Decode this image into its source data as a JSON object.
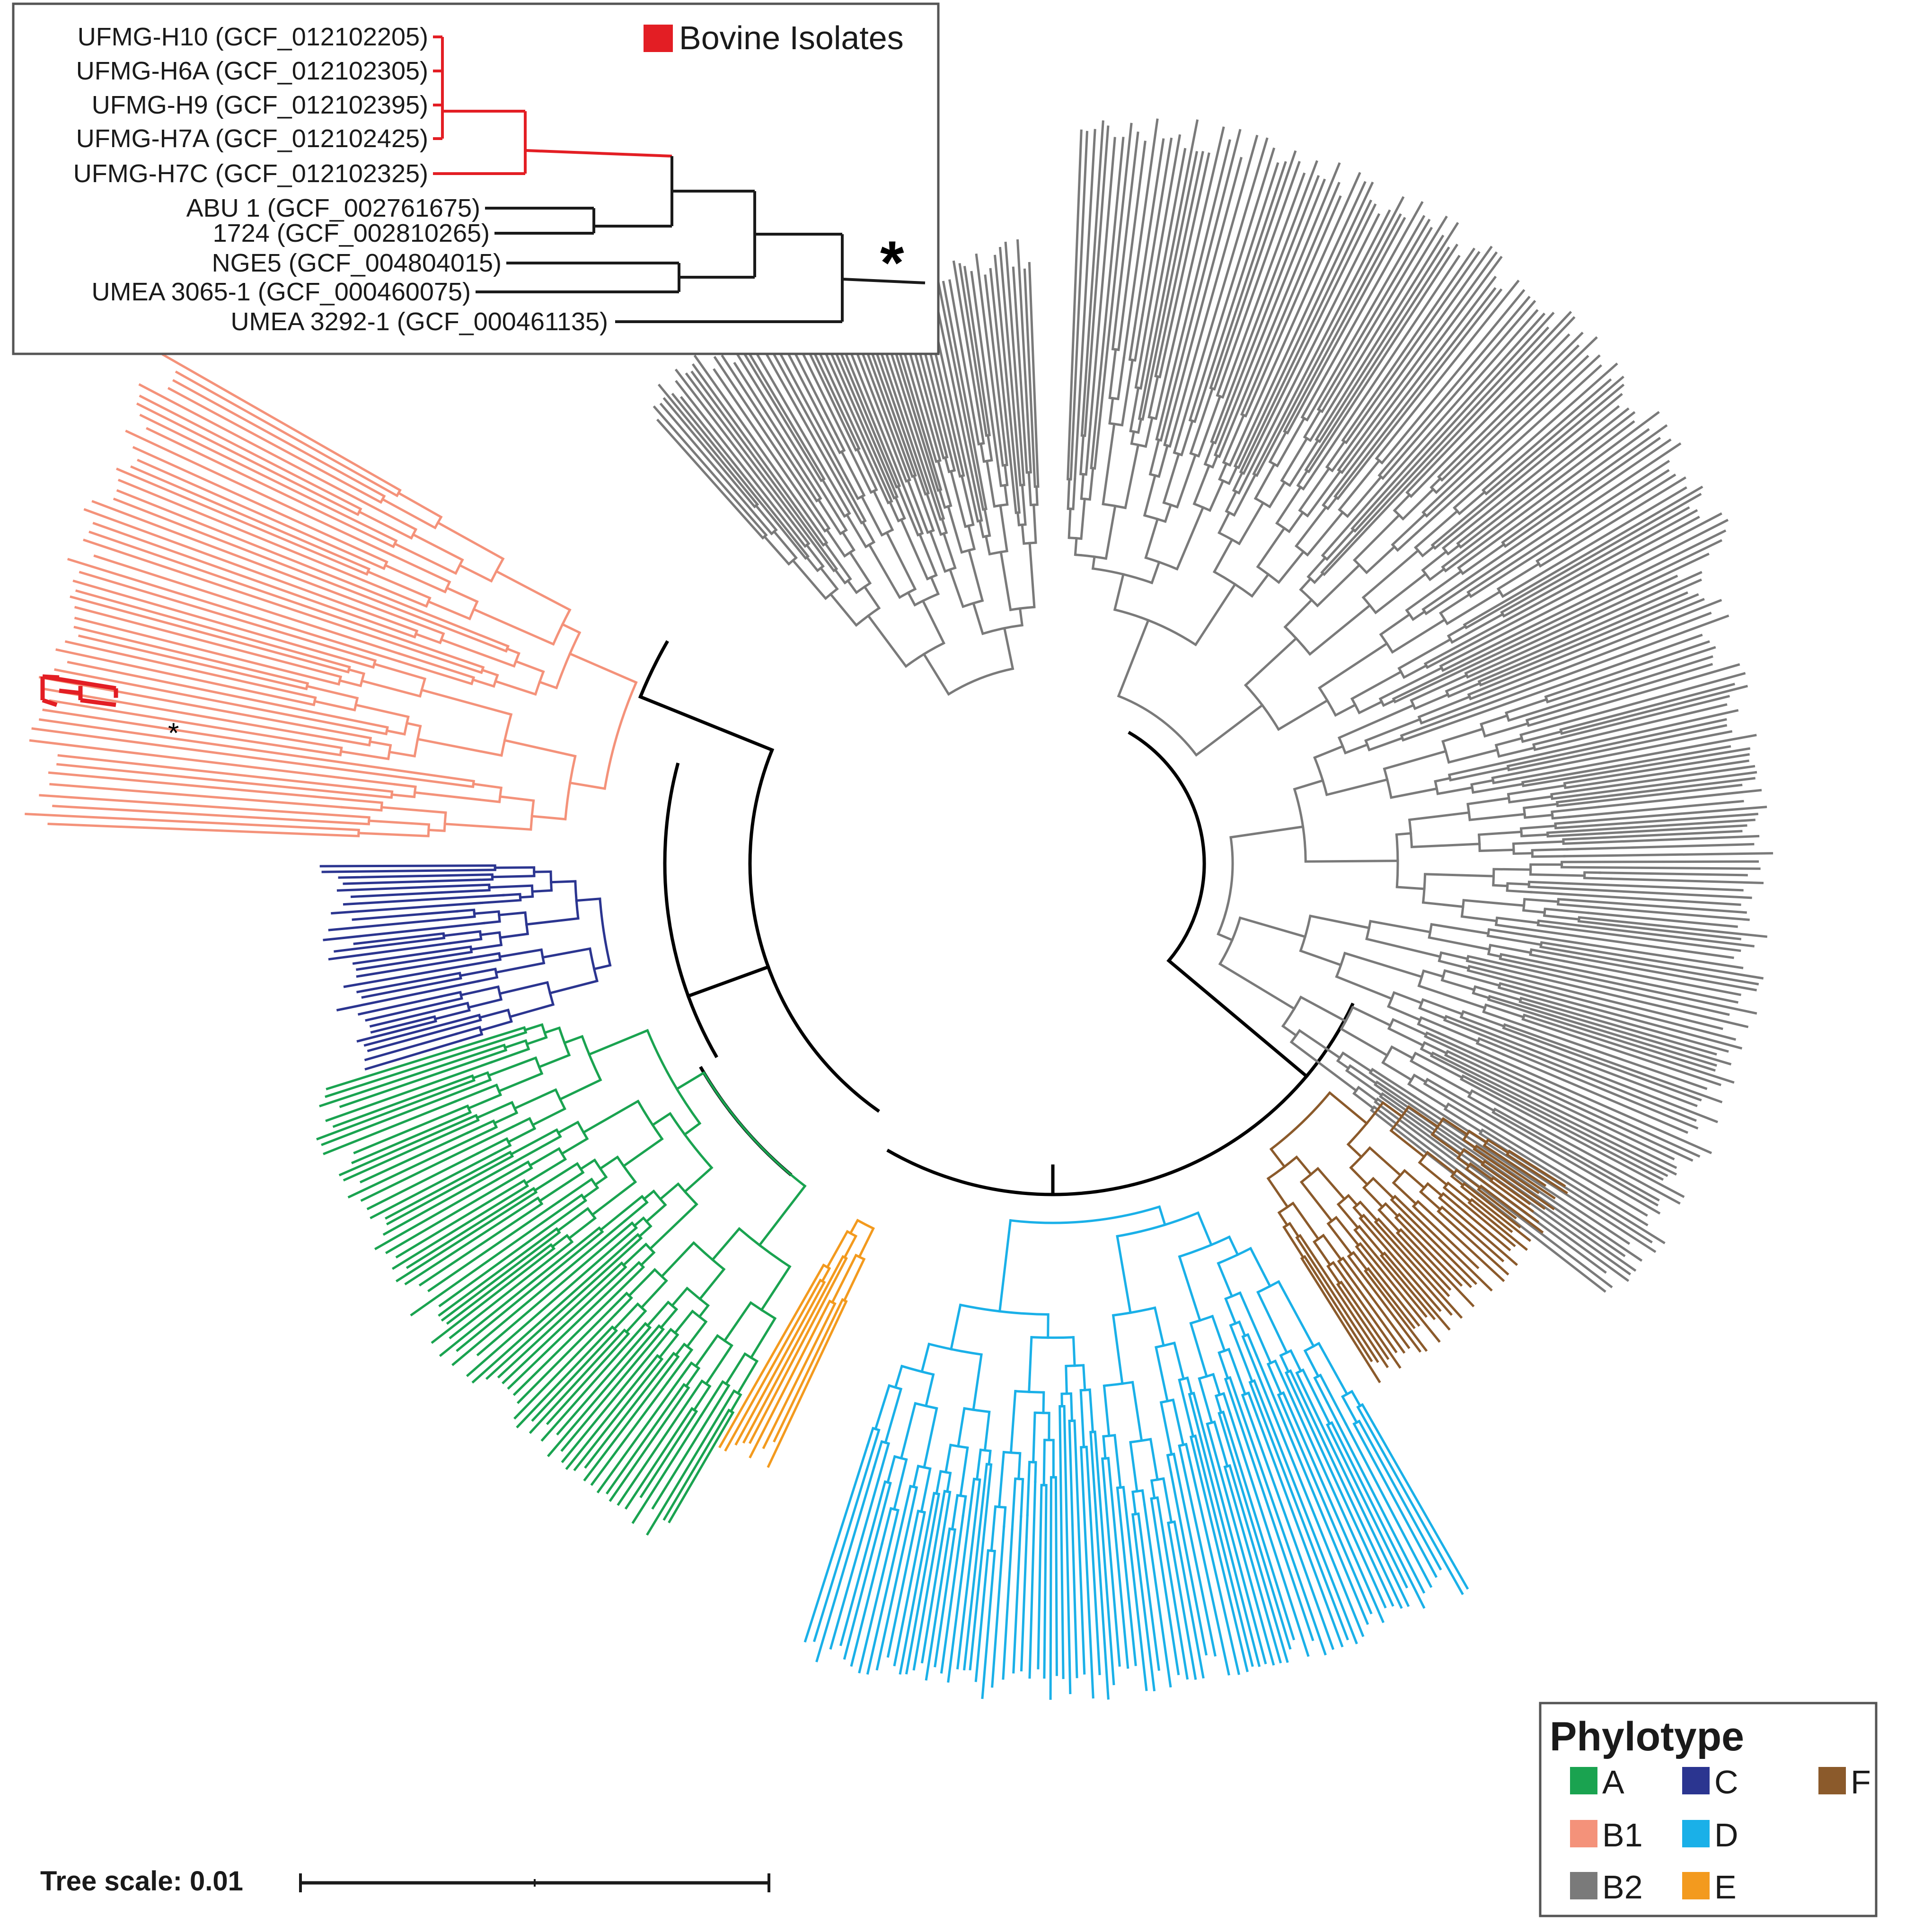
{
  "inset": {
    "legend_label": "Bovine Isolates",
    "legend_color": "#e31e24",
    "star": "*",
    "taxa": [
      {
        "label": "UFMG-H10 (GCF_012102205)",
        "bovine": true
      },
      {
        "label": "UFMG-H6A (GCF_012102305)",
        "bovine": true
      },
      {
        "label": "UFMG-H9 (GCF_012102395)",
        "bovine": true
      },
      {
        "label": "UFMG-H7A (GCF_012102425)",
        "bovine": true
      },
      {
        "label": "UFMG-H7C (GCF_012102325)",
        "bovine": true
      },
      {
        "label": "ABU 1 (GCF_002761675)",
        "bovine": false
      },
      {
        "label": "1724 (GCF_002810265)",
        "bovine": false
      },
      {
        "label": "NGE5 (GCF_004804015)",
        "bovine": false
      },
      {
        "label": "UMEA 3065-1 (GCF_000460075)",
        "bovine": false
      },
      {
        "label": "UMEA 3292-1 (GCF_000461135)",
        "bovine": false
      }
    ]
  },
  "tree": {
    "marker": "*",
    "backbone_color": "#000000",
    "bovine_color": "#e31e24"
  },
  "legend": {
    "title": "Phylotype",
    "items": [
      {
        "label": "A",
        "color": "#1aa350"
      },
      {
        "label": "C",
        "color": "#2b3590"
      },
      {
        "label": "F",
        "color": "#8b5a2b"
      },
      {
        "label": "B1",
        "color": "#f4927a"
      },
      {
        "label": "D",
        "color": "#1ab0e8"
      },
      {
        "label": "B2",
        "color": "#7a7a7a"
      },
      {
        "label": "E",
        "color": "#f39a1e"
      }
    ]
  },
  "scale": {
    "label": "Tree scale: 0.01"
  }
}
